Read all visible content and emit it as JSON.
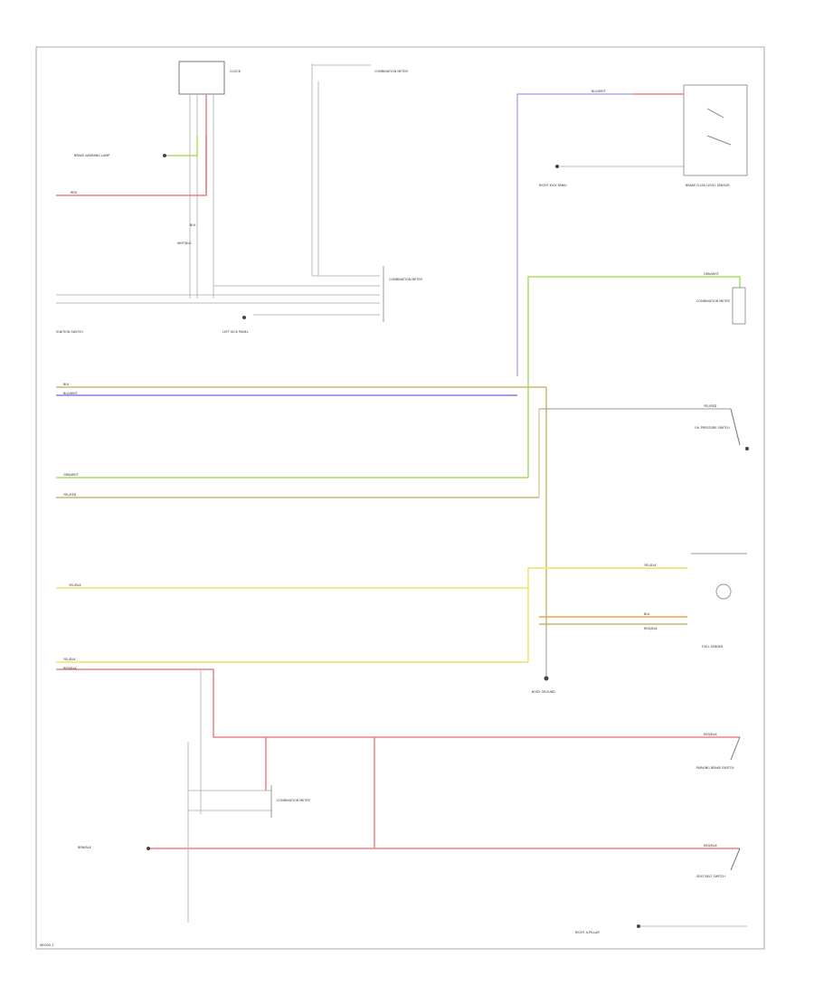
{
  "diagram": {
    "page_code": "W0000-1",
    "clock_label": "CLOCK",
    "combination_meter": "COMBINATION METER",
    "brake_warning_lamp": "BRAKE WARNING LAMP",
    "brake_fluid_level": "BRAKE FLUID LEVEL SENSOR",
    "fuel_sender": "FUEL SENDER",
    "ignition_switch": "IGNITION SWITCH",
    "body_ground": "BODY GROUND",
    "left_kick_panel": "LEFT KICK PANEL",
    "right_kick_panel": "RIGHT KICK PANEL",
    "oil_pressure_switch": "OIL PRESSURE SWITCH",
    "parking_brake_switch": "PARKING BRAKE SWITCH",
    "seat_belt_switch": "SEAT BELT SWITCH",
    "right_a_pillar": "RIGHT A-PILLAR",
    "wire_colors": {
      "red": "RED",
      "blu_wht": "BLU/WHT",
      "grn_wht": "GRN/WHT",
      "yel_blk": "YEL/BLK",
      "yel_red": "YEL/RED",
      "blk": "BLK",
      "red_blk": "RED/BLK",
      "wht_blk": "WHT/BLK",
      "brn_blk": "BRN/BLK"
    },
    "colors": {
      "frame": "#aaaaaa",
      "red": "#f08080",
      "blue": "#8080ee",
      "green": "#a8e060",
      "olive": "#c8b870",
      "yellow": "#f0e060",
      "orange": "#f0a050",
      "gray": "#999999",
      "text": "#333333"
    }
  }
}
